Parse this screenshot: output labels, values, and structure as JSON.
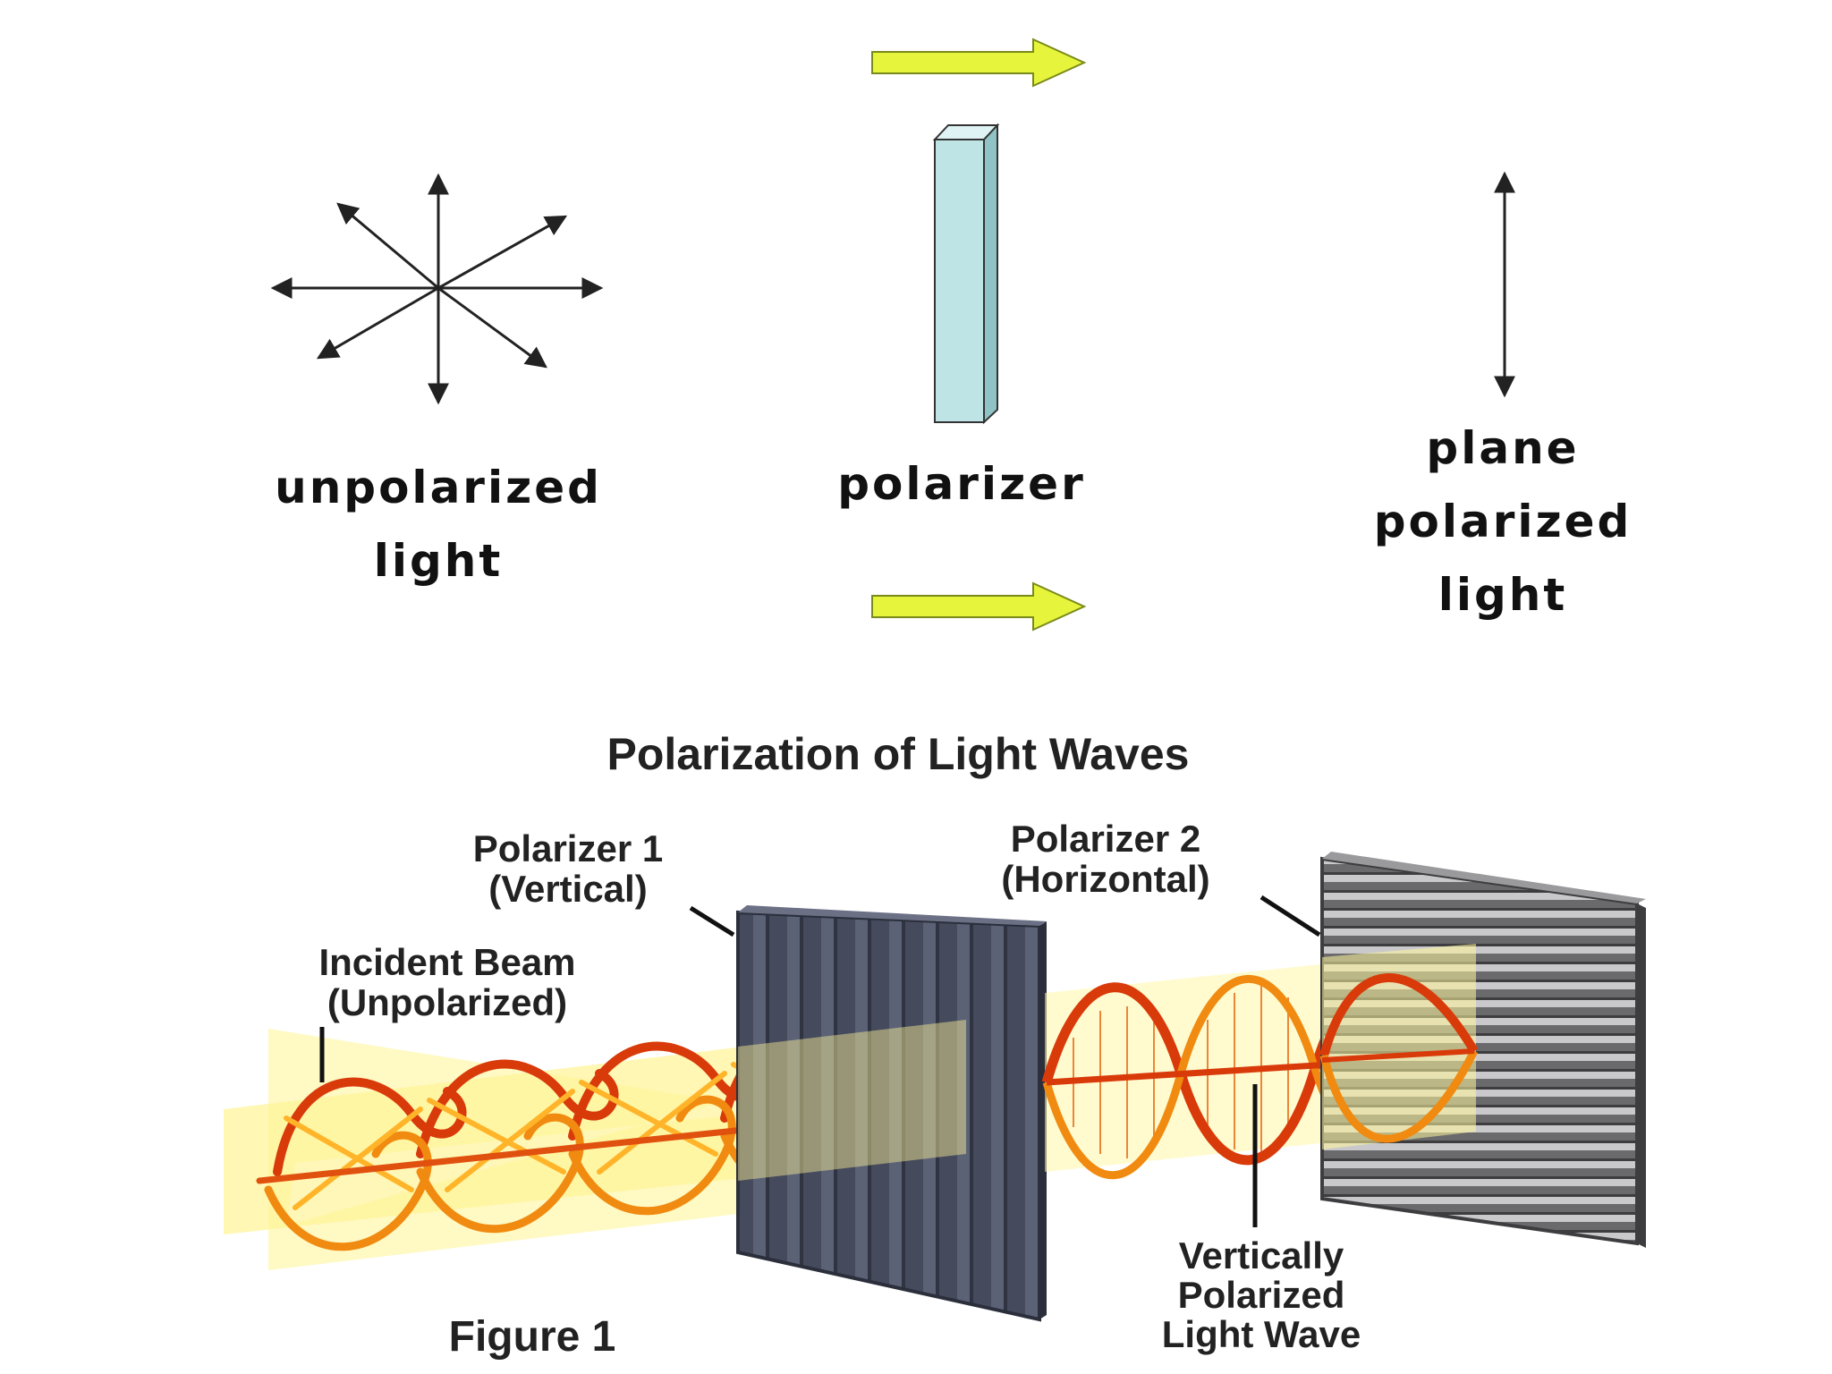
{
  "top": {
    "unpolarized_line1": "unpolarized",
    "unpolarized_line2": "light",
    "polarizer": "polarizer",
    "plane_line1": "plane",
    "plane_line2": "polarized",
    "plane_line3": "light"
  },
  "bottom": {
    "title": "Polarization of Light Waves",
    "polarizer1_line1": "Polarizer 1",
    "polarizer1_line2": "(Vertical)",
    "polarizer2_line1": "Polarizer 2",
    "polarizer2_line2": "(Horizontal)",
    "incident_line1": "Incident Beam",
    "incident_line2": "(Unpolarized)",
    "vertical_line1": "Vertically",
    "vertical_line2": "Polarized",
    "vertical_line3": "Light Wave",
    "figure": "Figure 1"
  },
  "colors": {
    "arrow_fill": "#e6f53c",
    "polarizer_face": "#bfe4e6",
    "filter_dark": "#4a4f62",
    "filter_gray": "#6d6d70",
    "wave_red": "#d93a0a",
    "wave_orange": "#f08a10",
    "beam_yellow": "#fff59a"
  }
}
